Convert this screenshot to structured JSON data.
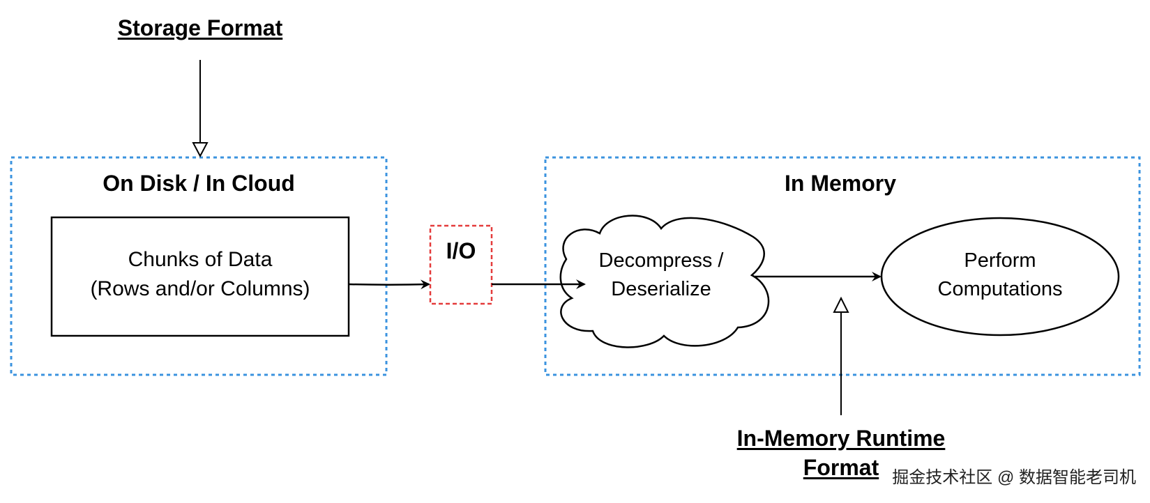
{
  "labels": {
    "storage_format": "Storage Format",
    "on_disk_title": "On Disk / In Cloud",
    "chunks_line1": "Chunks of Data",
    "chunks_line2": "(Rows and/or Columns)",
    "io": "I/O",
    "in_memory_title": "In Memory",
    "decompress_line1": "Decompress /",
    "decompress_line2": "Deserialize",
    "perform_line1": "Perform",
    "perform_line2": "Computations",
    "runtime_format_line1": "In-Memory Runtime",
    "runtime_format_line2": "Format"
  },
  "watermark": "掘金技术社区 @ 数据智能老司机",
  "colors": {
    "container_border": "#3b93df",
    "io_border": "#e43b3b",
    "stroke": "#000000"
  }
}
